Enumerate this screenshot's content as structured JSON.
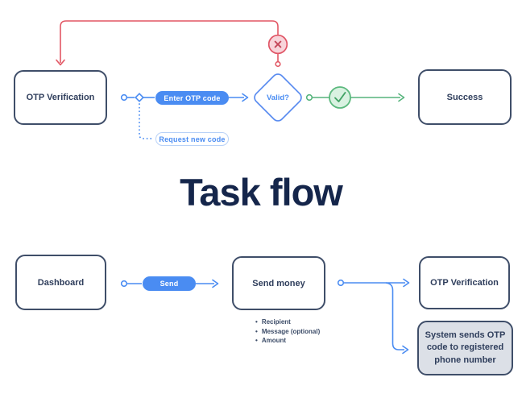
{
  "title": "Task flow",
  "colors": {
    "accent_blue": "#4a8cf2",
    "node_border_navy": "#3f4e69",
    "node_text_navy": "#2f3e5c",
    "title_navy": "#15264b",
    "error_red": "#e25764",
    "error_red_fill": "#f8d4da",
    "success_green": "#56b47c",
    "success_green_fill": "#d9f2e1",
    "system_gray_fill": "#dce0e7",
    "outline_pill_border": "#b9d2f7"
  },
  "top_flow": {
    "start": "OTP Verification",
    "action": "Enter OTP code",
    "retry_action": "Request new code",
    "decision": "Valid?",
    "end": "Success"
  },
  "bottom_flow": {
    "start": "Dashboard",
    "action": "Send",
    "process": "Send money",
    "process_details": [
      "Recipient",
      "Message (optional)",
      "Amount"
    ],
    "end": "OTP Verification",
    "system_note": "System sends OTP code to registered phone number"
  }
}
